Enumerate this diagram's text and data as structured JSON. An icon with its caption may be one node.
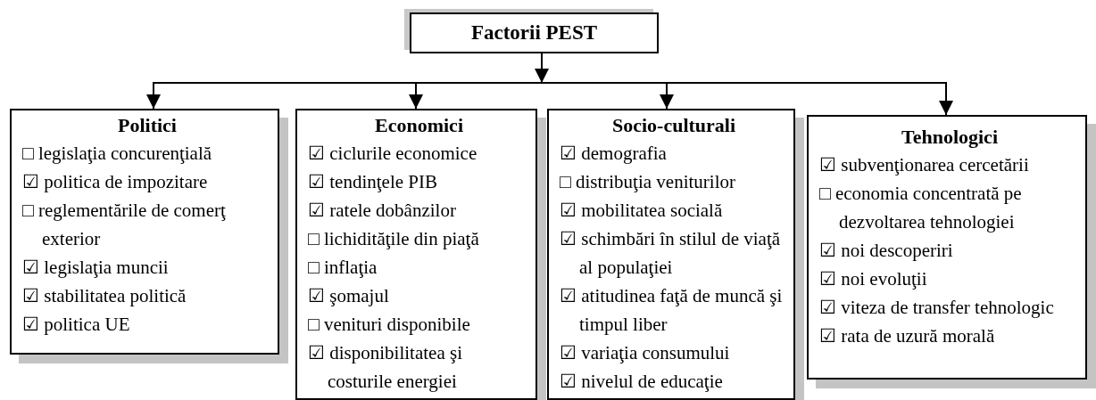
{
  "diagram": {
    "nodes": [
      {
        "text": [
          "Factorii PEST"
        ]
      },
      {
        "text": [
          "Politici",
          "□ legislaţia concurenţială",
          "☑ politica de impozitare",
          "□ reglementările de comerţ exterior",
          "☑ legislaţia muncii",
          "☑ stabilitatea politică",
          "☑ politica UE"
        ]
      },
      {
        "text": [
          "Economici",
          "☑ ciclurile economice",
          "☑ tendinţele PIB",
          "☑ ratele dobânzilor",
          "□ lichidităţile din piaţă",
          "□ inflaţia",
          "☑ şomajul",
          "□ venituri disponibile",
          "☑ disponibilitatea şi costurile energiei"
        ]
      },
      {
        "text": [
          "Socio-culturali",
          "☑ demografia",
          "□ distribuţia veniturilor",
          "☑ mobilitatea socială",
          "☑ schimbări în stilul de viaţă al populaţiei",
          "☑ atitudinea faţă de muncă şi timpul liber",
          "☑ variaţia consumului",
          "☑ nivelul de educaţie"
        ]
      },
      {
        "text": [
          "Tehnologici",
          "☑ subvenţionarea cercetării",
          "□ economia concentrată pe dezvoltarea tehnologiei",
          "☑ noi descoperiri",
          "☑ noi evoluţii",
          "☑ viteza de transfer tehnologic",
          "☑ rata de uzură morală"
        ]
      }
    ],
    "edges": [
      {
        "from": 0,
        "to": 1,
        "arrow": "to"
      },
      {
        "from": 0,
        "to": 2,
        "arrow": "to"
      },
      {
        "from": 0,
        "to": 3,
        "arrow": "to"
      },
      {
        "from": 0,
        "to": 4,
        "arrow": "to"
      }
    ]
  }
}
